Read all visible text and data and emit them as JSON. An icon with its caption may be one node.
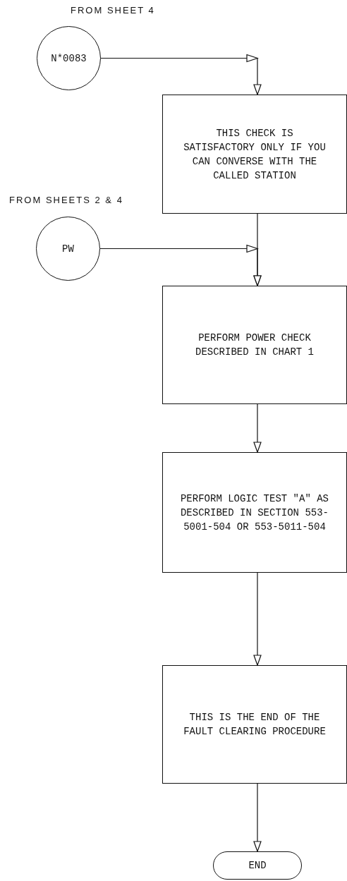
{
  "diagram": {
    "nodes": [
      {
        "text": [
          "N*0083"
        ],
        "beside": [
          "FROM SHEET 4"
        ]
      },
      {
        "text": [
          "THIS CHECK IS SATISFACTORY ONLY IF YOU CAN CONVERSE WITH THE CALLED STATION"
        ]
      },
      {
        "text": [
          "PW"
        ],
        "beside": [
          "FROM SHEETS 2 & 4"
        ]
      },
      {
        "text": [
          "PERFORM POWER CHECK DESCRIBED IN CHART 1"
        ]
      },
      {
        "text": [
          "PERFORM LOGIC TEST \"A\" AS DESCRIBED IN SECTION 553-5001-504 OR 553-5011-504"
        ]
      },
      {
        "text": [
          "THIS IS THE END OF THE FAULT CLEARING PROCEDURE"
        ]
      },
      {
        "text": [
          "END"
        ]
      }
    ],
    "edges": [
      {
        "from": 0,
        "to": 1,
        "arrow": "to"
      },
      {
        "from": 1,
        "to": 3,
        "arrow": "to"
      },
      {
        "from": 2,
        "to": 3,
        "arrow": "to"
      },
      {
        "from": 3,
        "to": 4,
        "arrow": "to"
      },
      {
        "from": 4,
        "to": 5,
        "arrow": "to"
      },
      {
        "from": 5,
        "to": 6,
        "arrow": "to"
      }
    ]
  }
}
